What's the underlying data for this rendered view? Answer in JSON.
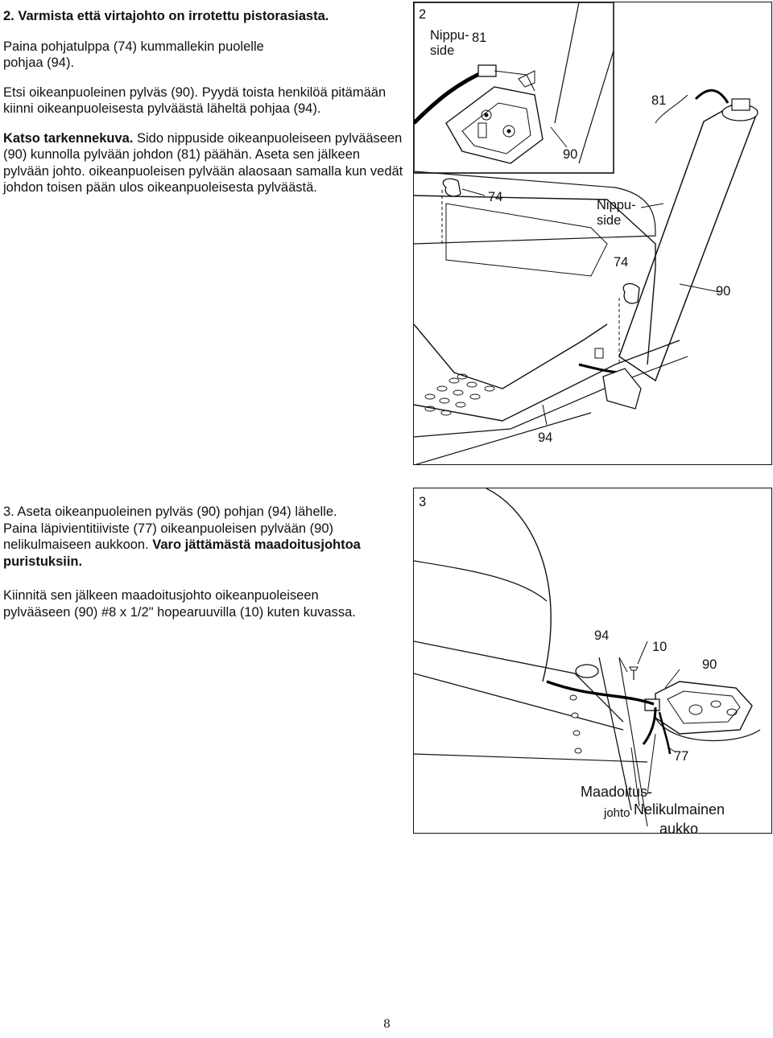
{
  "step2": {
    "line1": "2. Varmista että virtajohto on irrotettu pistorasiasta.",
    "para1": "Paina pohjatulppa (74) kummallekin puolelle pohjaa (94).",
    "para2": "Etsi oikeanpuoleinen pylväs (90). Pyydä toista henkilöä pitämään kiinni oikeanpuoleisesta pylväästä läheltä pohjaa (94).",
    "para3_bold": "Katso tarkennekuva.",
    "para3_a": " Sido nippuside oikeanpuoleiseen pylvääseen (90) kunnolla pylvään johdon (81) päähän. Aseta sen jälkeen pylvään johto. oikeanpuoleisen pylvään alaosaan samalla kun vedät johdon toisen pään ulos oikeanpuoleisesta pylväästä."
  },
  "fig2": {
    "number": "2",
    "inset_label": "Nippu-\nside",
    "inset_81": "81",
    "l74a": "74",
    "l90a": "90",
    "l81b": "81",
    "l_nippuside": "Nippu-\nside",
    "l74b": "74",
    "l90b": "90",
    "l94": "94"
  },
  "step3": {
    "para1_a": "3. Aseta oikeanpuoleinen pylväs (90) pohjan (94) lähelle. Paina läpivientitiiviste (77) oikeanpuoleisen pylvään (90) nelikulmaiseen aukkoon. ",
    "para1_bold": "Varo jättämästä maadoitusjohtoa puristuksiin.",
    "para2": "Kiinnitä sen jälkeen maadoitusjohto oikeanpuoleiseen pylvääseen (90) #8 x 1/2\" hopearuuvilla (10) kuten kuvassa."
  },
  "fig3": {
    "number": "3",
    "l94": "94",
    "l10": "10",
    "l90": "90",
    "l77": "77",
    "l_maadoitus": "Maadoitus-",
    "l_johto": "johto",
    "l_nelikulmainen": "Nelikulmainen",
    "l_aukko": "aukko"
  },
  "page_number": "8"
}
